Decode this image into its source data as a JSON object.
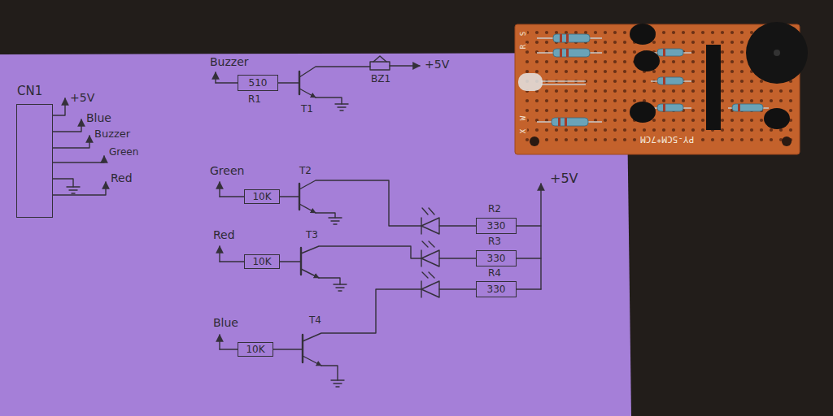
{
  "diagram": {
    "nodes": [
      {
        "text": [
          "CN1"
        ]
      },
      {
        "text": [
          "510"
        ]
      },
      {
        "text": [
          "10K"
        ]
      },
      {
        "text": [
          "330"
        ]
      },
      {
        "text": [
          "10K"
        ]
      },
      {
        "text": [
          "330"
        ]
      },
      {
        "text": [
          "330"
        ]
      },
      {
        "text": [
          "10K"
        ]
      }
    ],
    "labels": [
      "+5V",
      "Blue",
      "Buzzer",
      "Green",
      "Red",
      "Buzzer",
      "R1",
      "T1",
      "BZ1",
      "+5V",
      "Green",
      "T2",
      "+5V",
      "R2",
      "Red",
      "T3",
      "R3",
      "R4",
      "Blue",
      "T4",
      "PY-5CM*7CM",
      "S",
      "R",
      "X",
      "W"
    ]
  }
}
